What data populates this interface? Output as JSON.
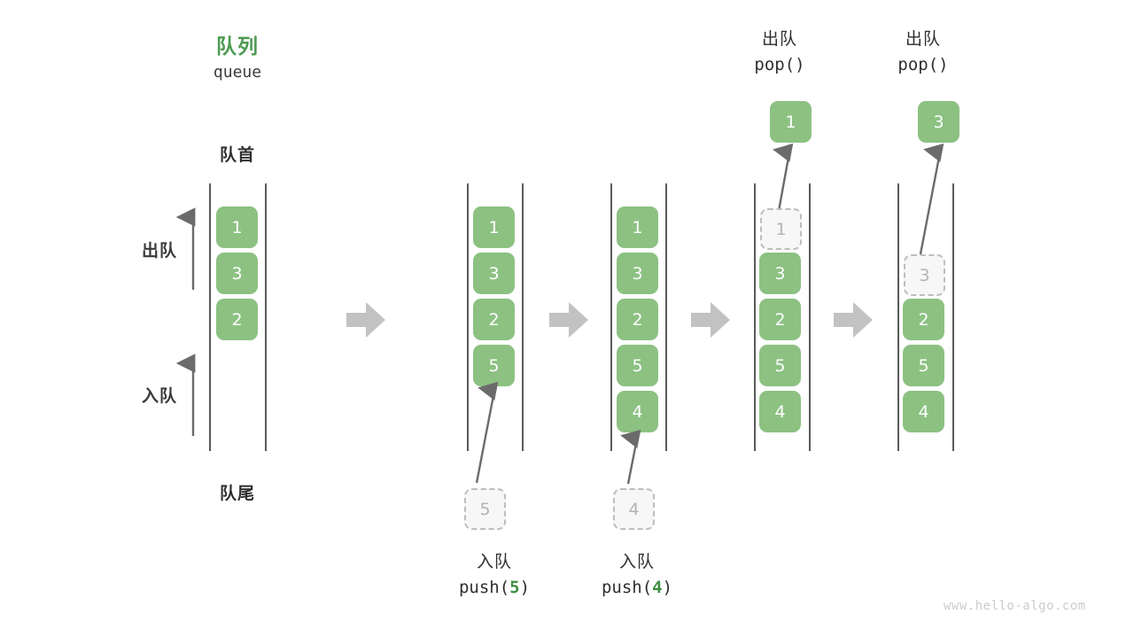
{
  "title": {
    "cn": "队列",
    "en": "queue",
    "color": "#4e9a51"
  },
  "labels": {
    "head": "队首",
    "tail": "队尾",
    "dequeue": "出队",
    "enqueue": "入队"
  },
  "theme": {
    "element_fill": "#8cc182",
    "element_text": "#ffffff",
    "ghost_fill": "#f7f7f7",
    "ghost_border": "#bdbdbd",
    "ghost_text": "#b4b4b4",
    "rail": "#5a5a5a",
    "arrow": "#6b6b6b",
    "step_arrow": "#c2c2c2",
    "accent": "#3f8f45"
  },
  "steps": [
    {
      "name": "initial",
      "elements": [
        "1",
        "3",
        "2"
      ],
      "ghost_index": -1,
      "top_caption": null,
      "popped_value": null,
      "bottom_caption": null,
      "incoming_value": null
    },
    {
      "name": "push-5",
      "elements": [
        "1",
        "3",
        "2",
        "5"
      ],
      "ghost_index": -1,
      "top_caption": null,
      "popped_value": null,
      "bottom_caption": {
        "cn": "入队",
        "fn": "push(",
        "arg": "5",
        "fn_end": ")"
      },
      "incoming_value": "5"
    },
    {
      "name": "push-4",
      "elements": [
        "1",
        "3",
        "2",
        "5",
        "4"
      ],
      "ghost_index": -1,
      "top_caption": null,
      "popped_value": null,
      "bottom_caption": {
        "cn": "入队",
        "fn": "push(",
        "arg": "4",
        "fn_end": ")"
      },
      "incoming_value": "4"
    },
    {
      "name": "pop-1",
      "elements": [
        "1",
        "3",
        "2",
        "5",
        "4"
      ],
      "ghost_index": 0,
      "top_caption": {
        "cn": "出队",
        "code": "pop()"
      },
      "popped_value": "1",
      "bottom_caption": null,
      "incoming_value": null
    },
    {
      "name": "pop-3",
      "elements": [
        "3",
        "2",
        "5",
        "4"
      ],
      "ghost_index": 0,
      "top_caption": {
        "cn": "出队",
        "code": "pop()"
      },
      "popped_value": "3",
      "bottom_caption": null,
      "incoming_value": null
    }
  ],
  "step_arrow_glyph": "step-arrow",
  "watermark": "www.hello-algo.com"
}
